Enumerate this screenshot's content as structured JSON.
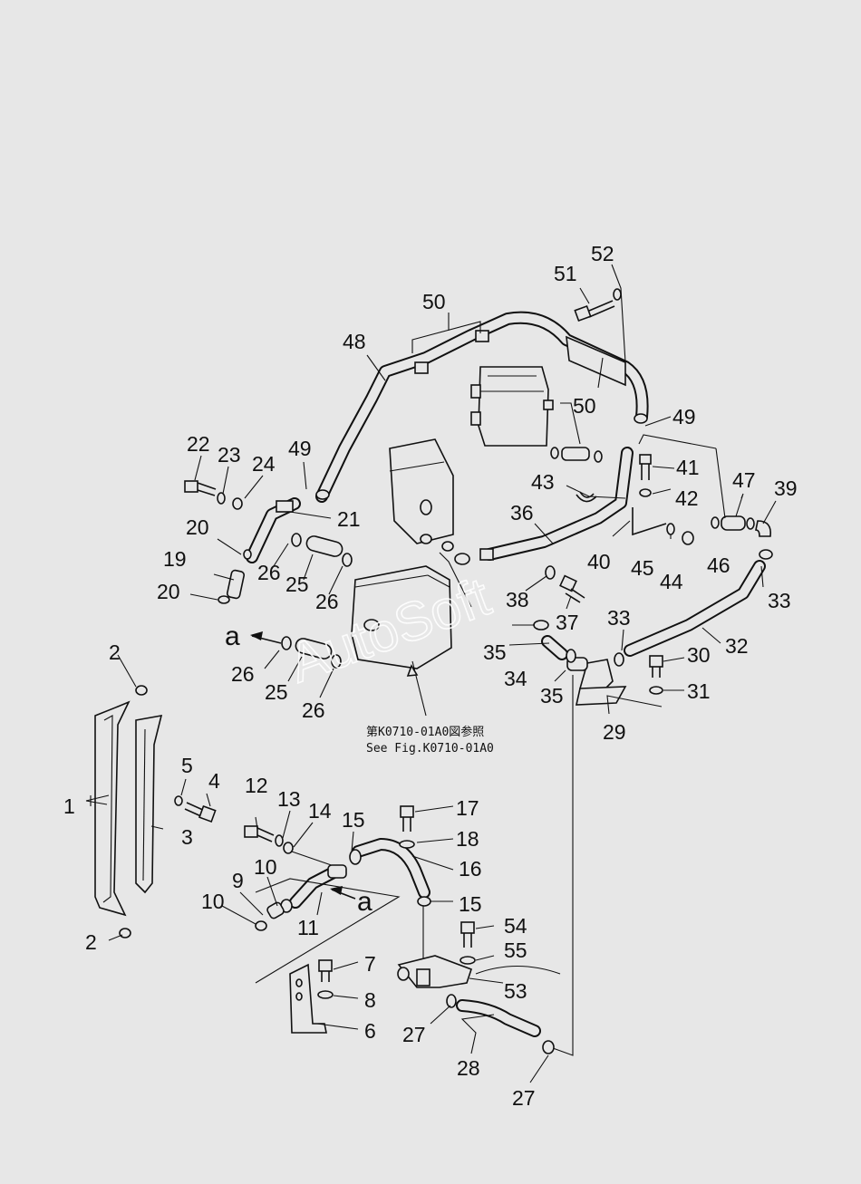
{
  "diagram": {
    "labels": [
      "1",
      "2",
      "2",
      "3",
      "4",
      "5",
      "6",
      "7",
      "8",
      "9",
      "10",
      "10",
      "11",
      "12",
      "13",
      "14",
      "15",
      "15",
      "16",
      "17",
      "18",
      "19",
      "20",
      "20",
      "21",
      "22",
      "23",
      "24",
      "25",
      "25",
      "26",
      "26",
      "26",
      "26",
      "27",
      "27",
      "28",
      "29",
      "30",
      "31",
      "32",
      "33",
      "33",
      "34",
      "35",
      "35",
      "36",
      "37",
      "38",
      "39",
      "40",
      "41",
      "42",
      "43",
      "44",
      "45",
      "46",
      "47",
      "48",
      "49",
      "49",
      "50",
      "50",
      "51",
      "52",
      "53",
      "54",
      "55"
    ],
    "ref_line_1": "第K0710-01A0図参照",
    "ref_line_2": "See Fig.K0710-01A0",
    "arrow_marker_1": "a",
    "arrow_marker_2": "a",
    "watermark": "AutoSoft"
  }
}
